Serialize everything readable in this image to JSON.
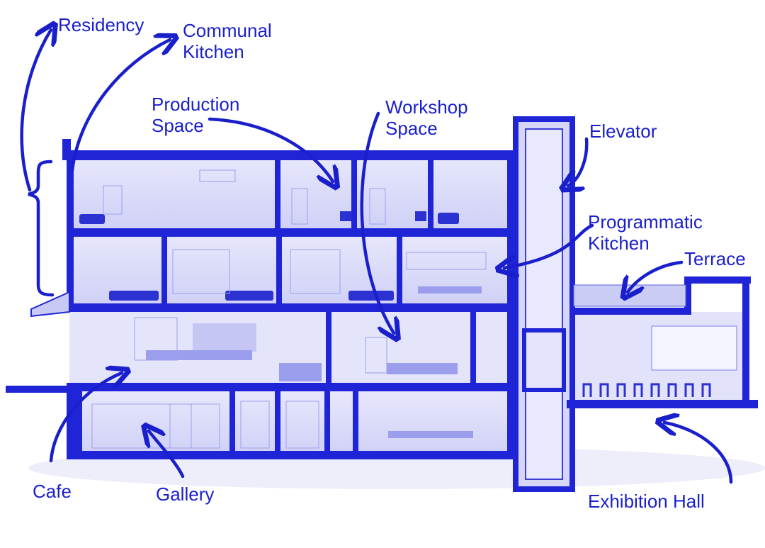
{
  "colors": {
    "ink": "#1a1fcc",
    "structure": "#1f25d6",
    "room_fill": "#dcdcfa",
    "room_fill_light": "#eeeefd",
    "furniture": "#3a3fd8",
    "background": "#ffffff"
  },
  "labels": {
    "residency": "Residency",
    "communal_kitchen": [
      "Communal",
      "Kitchen"
    ],
    "production_space": [
      "Production",
      "Space"
    ],
    "workshop_space": [
      "Workshop",
      "Space"
    ],
    "elevator": "Elevator",
    "programmatic_kitchen": [
      "Programmatic",
      "Kitchen"
    ],
    "terrace": "Terrace",
    "cafe": "Cafe",
    "gallery": "Gallery",
    "exhibition_hall": "Exhibition Hall"
  }
}
